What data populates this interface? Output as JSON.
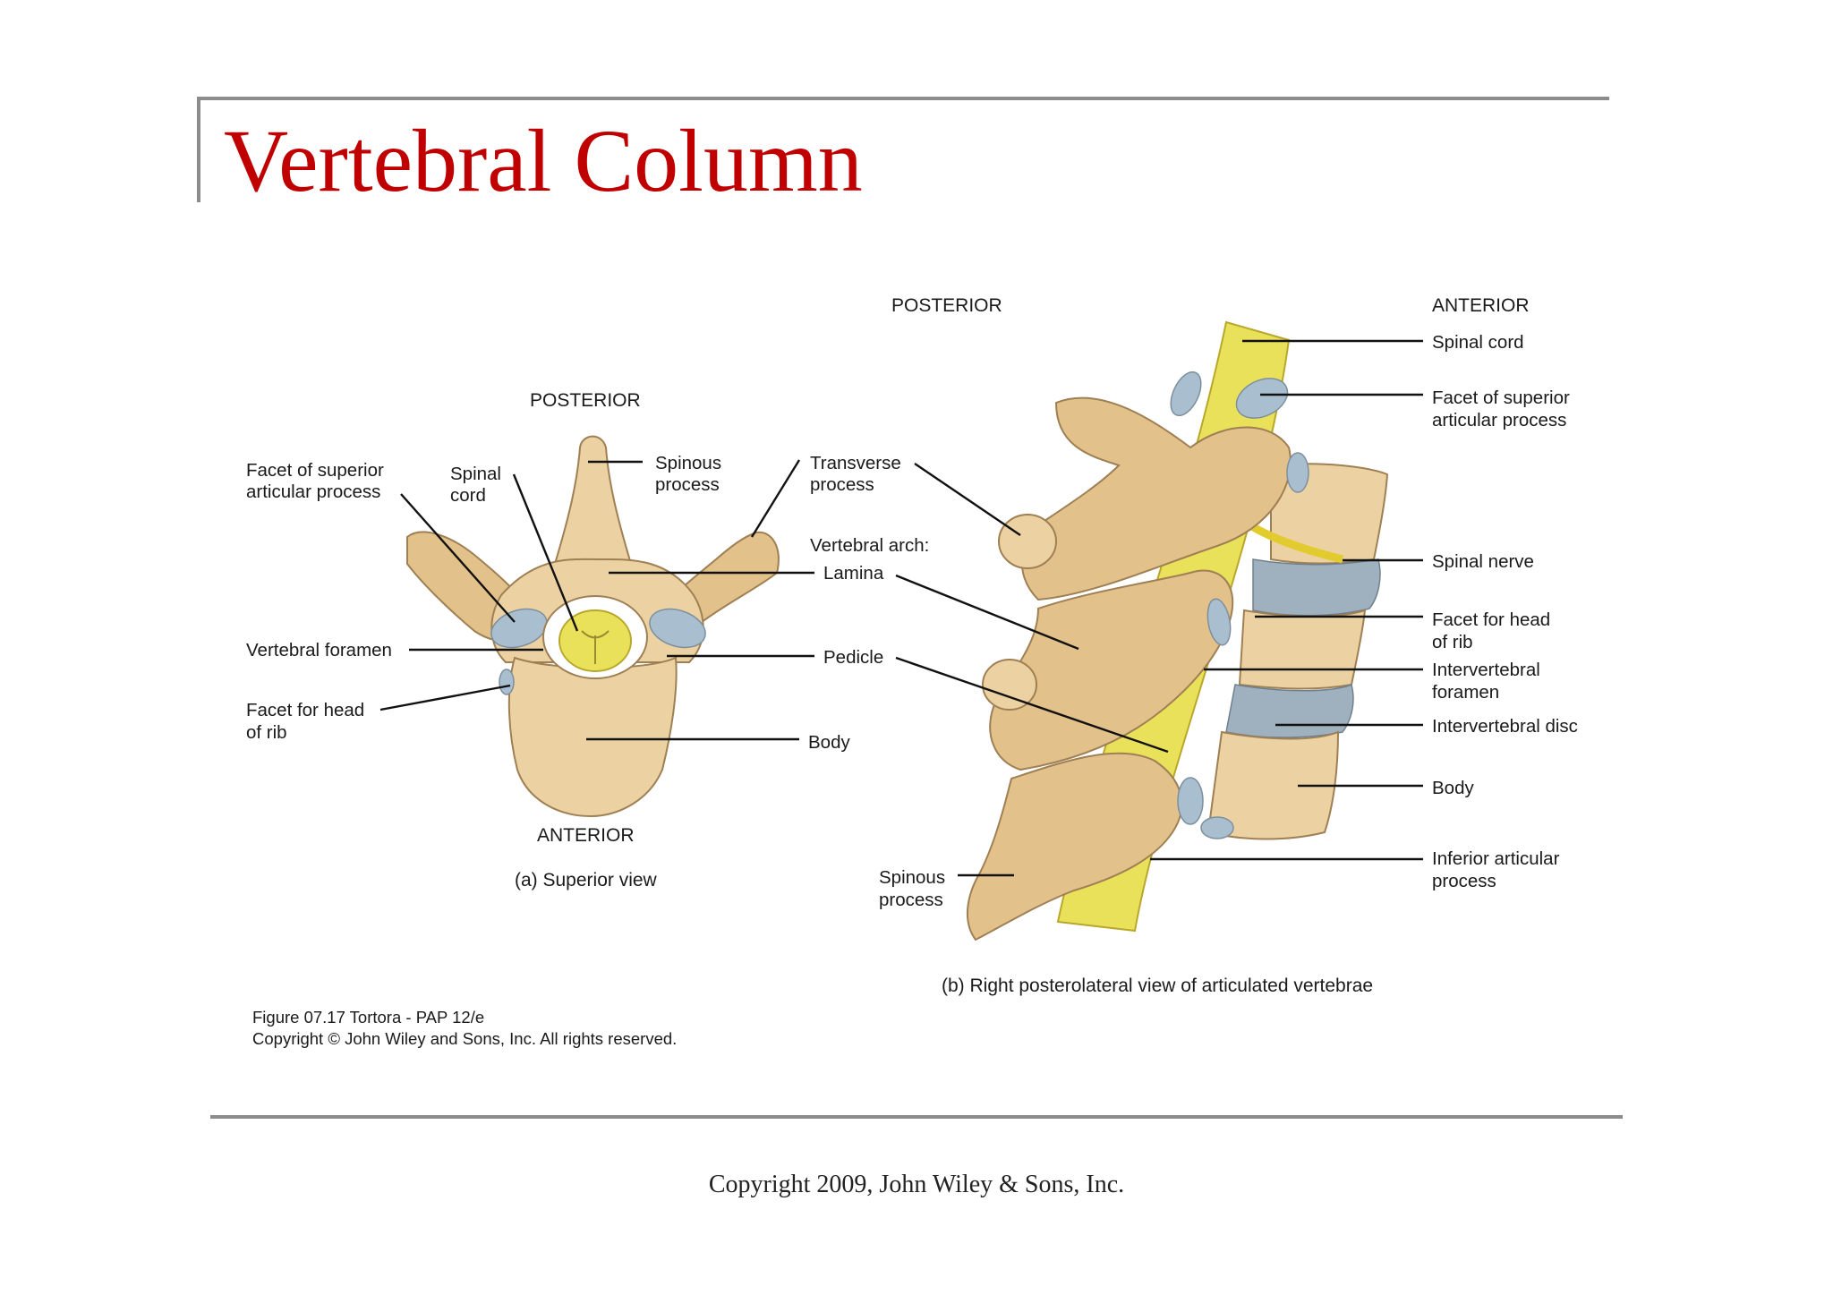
{
  "slide": {
    "title": "Vertebral Column",
    "footer": "Copyright 2009, John Wiley & Sons, Inc."
  },
  "figure": {
    "credit_line1": "Figure 07.17  Tortora - PAP 12/e",
    "credit_line2": "Copyright © John Wiley and Sons, Inc. All rights reserved.",
    "panel_a": {
      "caption": "(a) Superior view",
      "posterior": "POSTERIOR",
      "anterior": "ANTERIOR",
      "labels": {
        "facet_superior_1": "Facet of superior",
        "facet_superior_2": "articular process",
        "spinal_cord_1": "Spinal",
        "spinal_cord_2": "cord",
        "spinous_1": "Spinous",
        "spinous_2": "process",
        "transverse_1": "Transverse",
        "transverse_2": "process",
        "vertebral_arch": "Vertebral arch:",
        "lamina": "Lamina",
        "vertebral_foramen": "Vertebral foramen",
        "pedicle": "Pedicle",
        "facet_rib_1": "Facet for head",
        "facet_rib_2": "of rib",
        "body": "Body"
      }
    },
    "panel_b": {
      "caption": "(b) Right posterolateral view of articulated vertebrae",
      "posterior": "POSTERIOR",
      "anterior": "ANTERIOR",
      "labels": {
        "spinal_cord": "Spinal cord",
        "facet_superior_1": "Facet of superior",
        "facet_superior_2": "articular process",
        "spinal_nerve": "Spinal nerve",
        "facet_rib_1": "Facet for head",
        "facet_rib_2": "of rib",
        "iv_foramen_1": "Intervertebral",
        "iv_foramen_2": "foramen",
        "iv_disc": "Intervertebral disc",
        "body": "Body",
        "inferior_1": "Inferior articular",
        "inferior_2": "process",
        "spinous_1": "Spinous",
        "spinous_2": "process"
      }
    }
  }
}
